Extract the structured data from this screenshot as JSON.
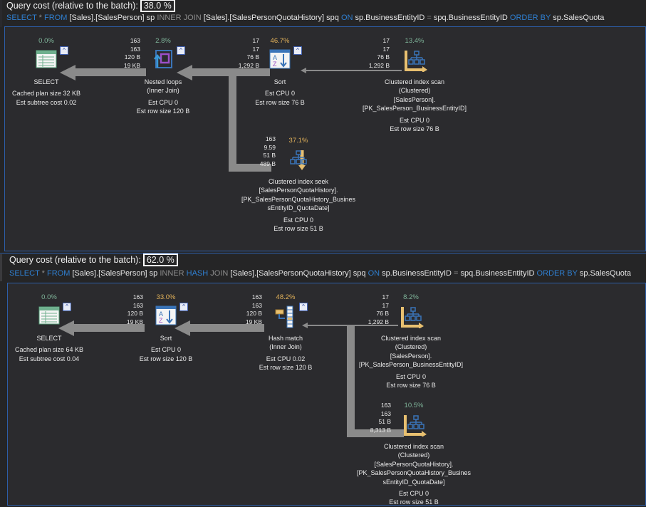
{
  "queries": [
    {
      "cost_label": "Query cost (relative to the batch):",
      "cost_value": "38.0 %",
      "sql": [
        {
          "t": "SELECT",
          "c": "kw"
        },
        {
          "t": " * ",
          "c": "gr"
        },
        {
          "t": "FROM",
          "c": "kw"
        },
        {
          "t": " [Sales].[SalesPerson] sp ",
          "c": ""
        },
        {
          "t": "INNER JOIN",
          "c": "gr"
        },
        {
          "t": " [Sales].[SalesPersonQuotaHistory] spq ",
          "c": ""
        },
        {
          "t": "ON",
          "c": "kw"
        },
        {
          "t": " sp.BusinessEntityID ",
          "c": ""
        },
        {
          "t": "=",
          "c": "gr"
        },
        {
          "t": " spq.BusinessEntityID ",
          "c": ""
        },
        {
          "t": "ORDER BY",
          "c": "kw"
        },
        {
          "t": " sp.SalesQuota",
          "c": ""
        }
      ],
      "nodes": [
        {
          "id": "select",
          "icon": "select",
          "pct": "0.0%",
          "hot": false,
          "label": [
            "SELECT"
          ],
          "details": [
            "Cached plan size  32 KB",
            "Est subtree cost  0.02"
          ],
          "stats": null
        },
        {
          "id": "nested-loops",
          "icon": "nested",
          "pct": "2.8%",
          "hot": false,
          "label": [
            "Nested loops",
            "(Inner Join)"
          ],
          "details": [
            "Est CPU  0",
            "Est row size  120 B"
          ],
          "stats": [
            "163",
            "163",
            "120 B",
            "19 KB"
          ]
        },
        {
          "id": "sort",
          "icon": "sort",
          "pct": "46.7%",
          "hot": true,
          "label": [
            "Sort"
          ],
          "details": [
            "Est CPU  0",
            "Est row size  76 B"
          ],
          "stats": [
            "17",
            "17",
            "76 B",
            "1,292 B"
          ]
        },
        {
          "id": "clustered-index-scan",
          "icon": "scan",
          "pct": "13.4%",
          "hot": false,
          "label": [
            "Clustered index scan",
            "(Clustered)",
            "[SalesPerson].",
            "[PK_SalesPerson_BusinessEntityID]"
          ],
          "details": [
            "Est CPU  0",
            "Est row size  76 B"
          ],
          "stats": [
            "17",
            "17",
            "76 B",
            "1,292 B"
          ]
        },
        {
          "id": "clustered-index-seek",
          "icon": "seek",
          "pct": "37.1%",
          "hot": true,
          "label": [
            "Clustered index seek",
            "[SalesPersonQuotaHistory].",
            "[PK_SalesPersonQuotaHistory_Busines",
            "sEntityID_QuotaDate]"
          ],
          "details": [
            "Est CPU  0",
            "Est row size  51 B"
          ],
          "stats": [
            "163",
            "9.59",
            "51 B",
            "489 B"
          ]
        }
      ]
    },
    {
      "cost_label": "Query cost (relative to the batch):",
      "cost_value": "62.0 %",
      "sql": [
        {
          "t": "SELECT",
          "c": "kw"
        },
        {
          "t": " * ",
          "c": "gr"
        },
        {
          "t": "FROM",
          "c": "kw"
        },
        {
          "t": " [Sales].[SalesPerson] sp ",
          "c": ""
        },
        {
          "t": "INNER",
          "c": "gr"
        },
        {
          "t": " HASH",
          "c": "kw"
        },
        {
          "t": " JOIN",
          "c": "gr"
        },
        {
          "t": " [Sales].[SalesPersonQuotaHistory] spq ",
          "c": ""
        },
        {
          "t": "ON",
          "c": "kw"
        },
        {
          "t": " sp.BusinessEntityID ",
          "c": ""
        },
        {
          "t": "=",
          "c": "gr"
        },
        {
          "t": " spq.BusinessEntityID ",
          "c": ""
        },
        {
          "t": "ORDER BY",
          "c": "kw"
        },
        {
          "t": " sp.SalesQuota",
          "c": ""
        }
      ],
      "nodes": [
        {
          "id": "select",
          "icon": "select",
          "pct": "0.0%",
          "hot": false,
          "label": [
            "SELECT"
          ],
          "details": [
            "Cached plan size  64 KB",
            "Est subtree cost  0.04"
          ],
          "stats": null
        },
        {
          "id": "sort",
          "icon": "sort",
          "pct": "33.0%",
          "hot": true,
          "label": [
            "Sort"
          ],
          "details": [
            "Est CPU  0",
            "Est row size  120 B"
          ],
          "stats": [
            "163",
            "163",
            "120 B",
            "19 KB"
          ]
        },
        {
          "id": "hash-match",
          "icon": "hash",
          "pct": "48.2%",
          "hot": true,
          "label": [
            "Hash match",
            "(Inner Join)"
          ],
          "details": [
            "Est CPU  0.02",
            "Est row size  120 B"
          ],
          "stats": [
            "163",
            "163",
            "120 B",
            "19 KB"
          ]
        },
        {
          "id": "clustered-index-scan-salesperson",
          "icon": "scan",
          "pct": "8.2%",
          "hot": false,
          "label": [
            "Clustered index scan",
            "(Clustered)",
            "[SalesPerson].",
            "[PK_SalesPerson_BusinessEntityID]"
          ],
          "details": [
            "Est CPU  0",
            "Est row size  76 B"
          ],
          "stats": [
            "17",
            "17",
            "76 B",
            "1,292 B"
          ]
        },
        {
          "id": "clustered-index-scan-quotahistory",
          "icon": "scan",
          "pct": "10.5%",
          "hot": false,
          "label": [
            "Clustered index scan",
            "(Clustered)",
            "[SalesPersonQuotaHistory].",
            "[PK_SalesPersonQuotaHistory_Busines",
            "sEntityID_QuotaDate]"
          ],
          "details": [
            "Est CPU  0",
            "Est row size  51 B"
          ],
          "stats": [
            "163",
            "163",
            "51 B",
            "8,313 B"
          ]
        }
      ]
    }
  ],
  "expand_glyph": "^"
}
